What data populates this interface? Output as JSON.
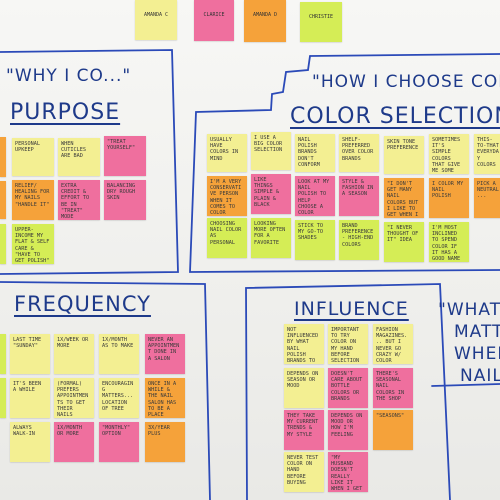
{
  "top_names": [
    "Amanda C",
    "Clarice",
    "Amanda D",
    "Christie"
  ],
  "headers": {
    "why": "\"WHY I CO...\"",
    "purpose": "PURPOSE",
    "how": "\"HOW I CHOOSE COL",
    "color": "COLOR SELECTION",
    "frequency": "FREQUENCY",
    "influence": "INFLUENCE",
    "what1": "\"WHAT",
    "what2": "MATTE",
    "what3": "WHEN",
    "what4": "NAIL"
  },
  "purpose_notes": [
    "personal upkeep",
    "when cuticles are bad",
    "\"treat yourself\"",
    "relief/ healing for my nails \"handle it\"",
    "extra credit & effort to be in \"treat\" mode",
    "balancing dry rough skin",
    "upper-income my flat & self care & \"have to get polish\""
  ],
  "color_notes": [
    "usually have colors in mind",
    "I use a big color selection",
    "nail polish brands don't conform",
    "shelf-preferred over color brands",
    "skin tone preference",
    "sometimes it's simple colors that give me some hope to wear",
    "this-to-that everyday colors",
    "I'm a very conservative person when it comes to color",
    "like things simple & plain & black",
    "look at my nail polish to help choose a color",
    "style & fashion in a season",
    "\"I don't get many nail colors but I like to get when I want\"",
    "I color my nail polish",
    "pick a neutral...",
    "choosing nail color as personal",
    "looking more often for a favorite",
    "stick to my go-to shades",
    "brand preference - high-end colors",
    "\"I never thought of it\" idea",
    "I'm most inclined to spend color if it has a good name"
  ],
  "frequency_notes": [
    "last time \"Sunday\"",
    "1x/week or more",
    "1x/month as to make",
    "never an appointment done in a salon",
    "it's been a while",
    "(formal) prefers appointments to get their nails",
    "encouraging matters... location of tree",
    "once in a while & the nail salon has to be a place",
    "always walk-in",
    "1x/month or more",
    "\"monthly\" option",
    "3x/year plus"
  ],
  "influence_notes": [
    "not influenced by what nail polish brands to buy",
    "important to try color on my hand before selection",
    "fashion magazines... but I never go crazy w/ color",
    "depends on season or mood",
    "doesn't care about bottle colors or brands",
    "there's seasonal nail colors in the shop",
    "they take my current trends & my style",
    "depends on mood or how I'm feeling",
    "\"seasons\"",
    "never test color on hand before buying",
    "\"my husband doesn't really like it when I get too crazy\""
  ]
}
